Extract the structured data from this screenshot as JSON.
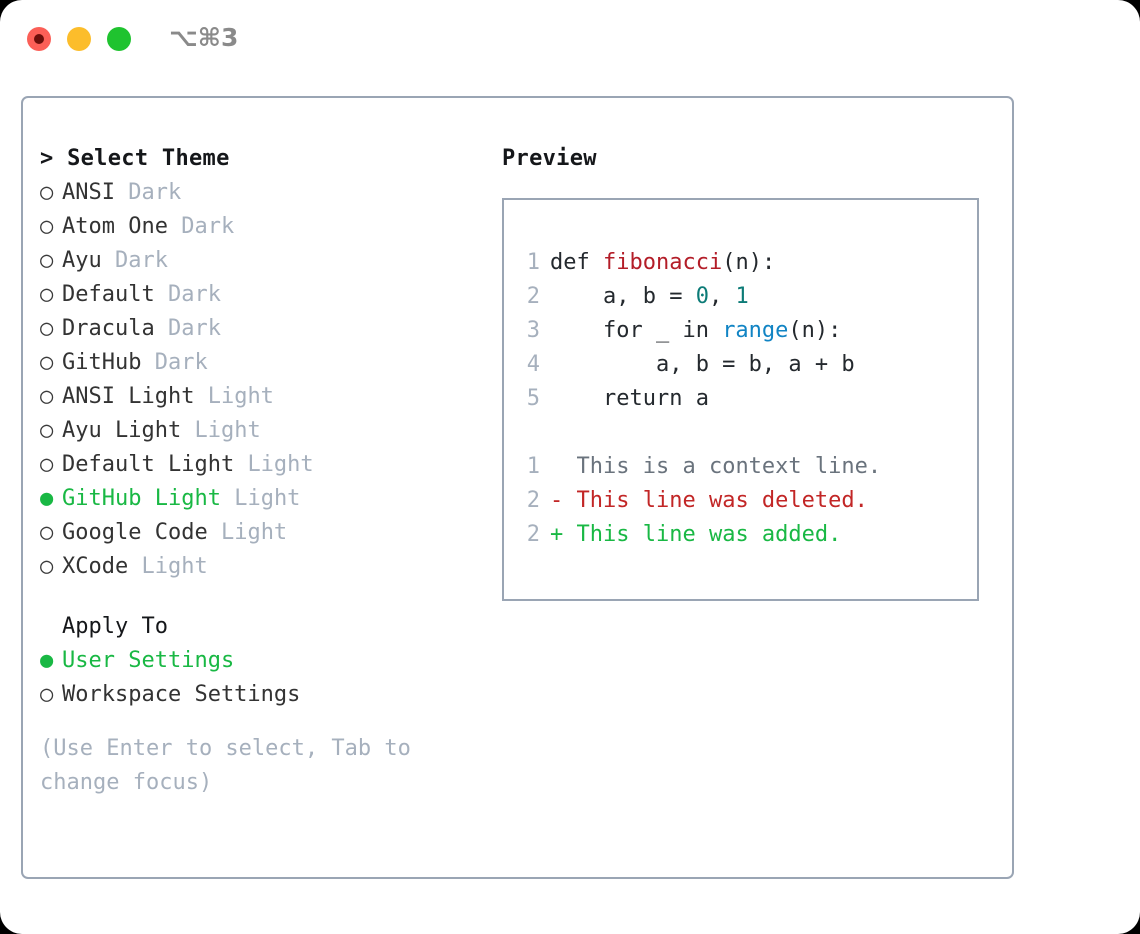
{
  "window": {
    "title": "⌥⌘3",
    "traffic_lights": [
      {
        "name": "close",
        "color": "#fb5f57"
      },
      {
        "name": "minimize",
        "color": "#fcbd2b"
      },
      {
        "name": "zoom",
        "color": "#1fc32f"
      }
    ]
  },
  "theme_picker": {
    "header": "> Select Theme",
    "bullet_off": "○",
    "bullet_on": "●",
    "items": [
      {
        "name": "ANSI",
        "kind": "Dark",
        "selected": false
      },
      {
        "name": "Atom One",
        "kind": "Dark",
        "selected": false
      },
      {
        "name": "Ayu",
        "kind": "Dark",
        "selected": false
      },
      {
        "name": "Default",
        "kind": "Dark",
        "selected": false
      },
      {
        "name": "Dracula",
        "kind": "Dark",
        "selected": false
      },
      {
        "name": "GitHub",
        "kind": "Dark",
        "selected": false
      },
      {
        "name": "ANSI Light",
        "kind": "Light",
        "selected": false
      },
      {
        "name": "Ayu Light",
        "kind": "Light",
        "selected": false
      },
      {
        "name": "Default Light",
        "kind": "Light",
        "selected": false
      },
      {
        "name": "GitHub Light",
        "kind": "Light",
        "selected": true
      },
      {
        "name": "Google Code",
        "kind": "Light",
        "selected": false
      },
      {
        "name": "XCode",
        "kind": "Light",
        "selected": false
      }
    ]
  },
  "apply_to": {
    "label": "Apply To",
    "options": [
      {
        "name": "User Settings",
        "selected": true
      },
      {
        "name": "Workspace Settings",
        "selected": false
      }
    ]
  },
  "hint": "(Use Enter to select, Tab to change focus)",
  "preview": {
    "title": "Preview",
    "code_lines": [
      {
        "no": "1",
        "segments": [
          {
            "t": "def ",
            "c": "plain"
          },
          {
            "t": "fibonacci",
            "c": "fn"
          },
          {
            "t": "(n):",
            "c": "plain"
          }
        ]
      },
      {
        "no": "2",
        "segments": [
          {
            "t": "    a, b = ",
            "c": "plain"
          },
          {
            "t": "0",
            "c": "num"
          },
          {
            "t": ", ",
            "c": "plain"
          },
          {
            "t": "1",
            "c": "num"
          }
        ]
      },
      {
        "no": "3",
        "segments": [
          {
            "t": "    for _ in ",
            "c": "plain"
          },
          {
            "t": "range",
            "c": "builtin"
          },
          {
            "t": "(n):",
            "c": "plain"
          }
        ]
      },
      {
        "no": "4",
        "segments": [
          {
            "t": "        a, b = b, a + b",
            "c": "plain"
          }
        ]
      },
      {
        "no": "5",
        "segments": [
          {
            "t": "    return a",
            "c": "plain"
          }
        ]
      }
    ],
    "diff_lines": [
      {
        "no": "1",
        "marker": "  ",
        "text": "This is a context line.",
        "kind": "ctx"
      },
      {
        "no": "2",
        "marker": "- ",
        "text": "This line was deleted.",
        "kind": "del"
      },
      {
        "no": "2",
        "marker": "+ ",
        "text": "This line was added.",
        "kind": "add"
      }
    ]
  },
  "colors": {
    "accent_green": "#19b844",
    "muted": "#a6b0bd",
    "border": "#9aa5b4",
    "diff_del": "#c22626",
    "diff_add": "#19b844",
    "fn": "#b31d28",
    "num": "#0c7b77",
    "builtin": "#1184c4"
  }
}
